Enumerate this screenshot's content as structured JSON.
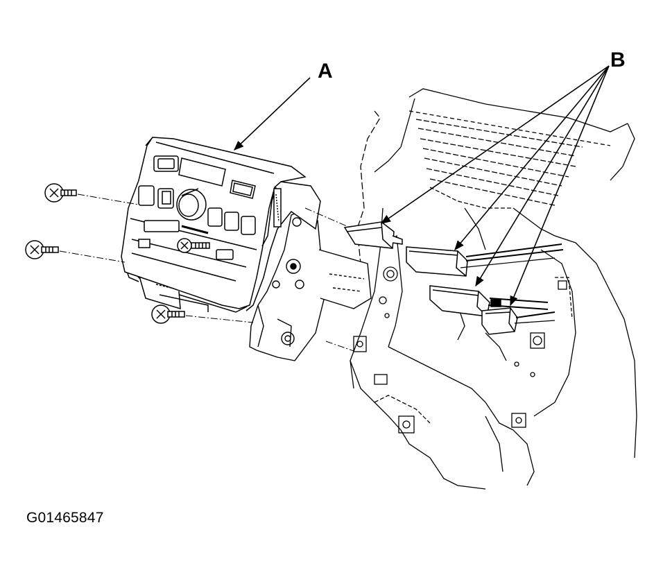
{
  "diagram": {
    "callouts": {
      "a": "A",
      "b": "B"
    },
    "figure_id": "G01465847",
    "colors": {
      "ink": "#000000",
      "paper": "#ffffff"
    },
    "parts": [
      "audio-climate-control-unit",
      "mounting-bolt",
      "mounting-bracket",
      "electrical-connector",
      "dashboard-frame"
    ]
  }
}
